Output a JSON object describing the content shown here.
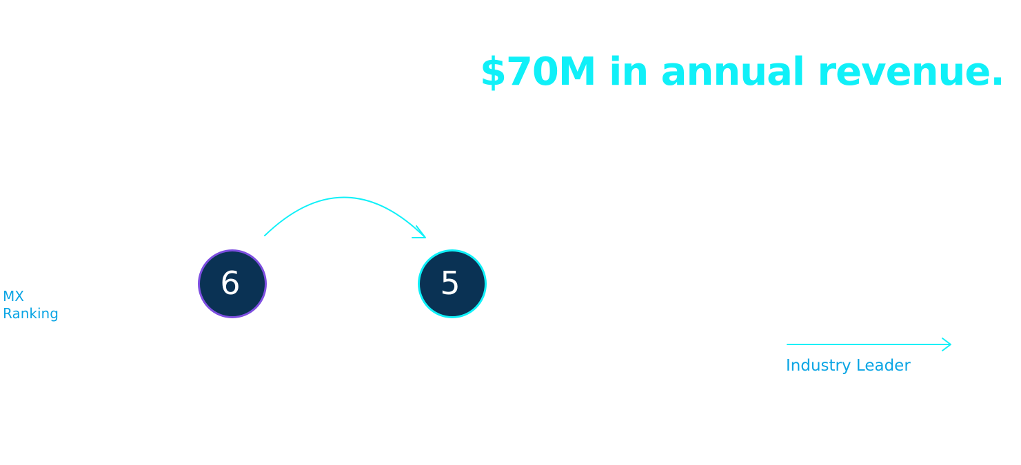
{
  "headline": "$70M in annual revenue.",
  "side_label": {
    "line1": "MX",
    "line2": "Ranking"
  },
  "ranking": {
    "from": "6",
    "to": "5"
  },
  "leader_label": "Industry Leader",
  "colors": {
    "accent_cyan": "#10f0f8",
    "label_blue": "#0ba5e4",
    "bubble_fill": "#0a3254",
    "from_border": "#7d4fe0",
    "to_border": "#10f0f8",
    "bubble_text": "#ffffff",
    "background": "#ffffff"
  }
}
